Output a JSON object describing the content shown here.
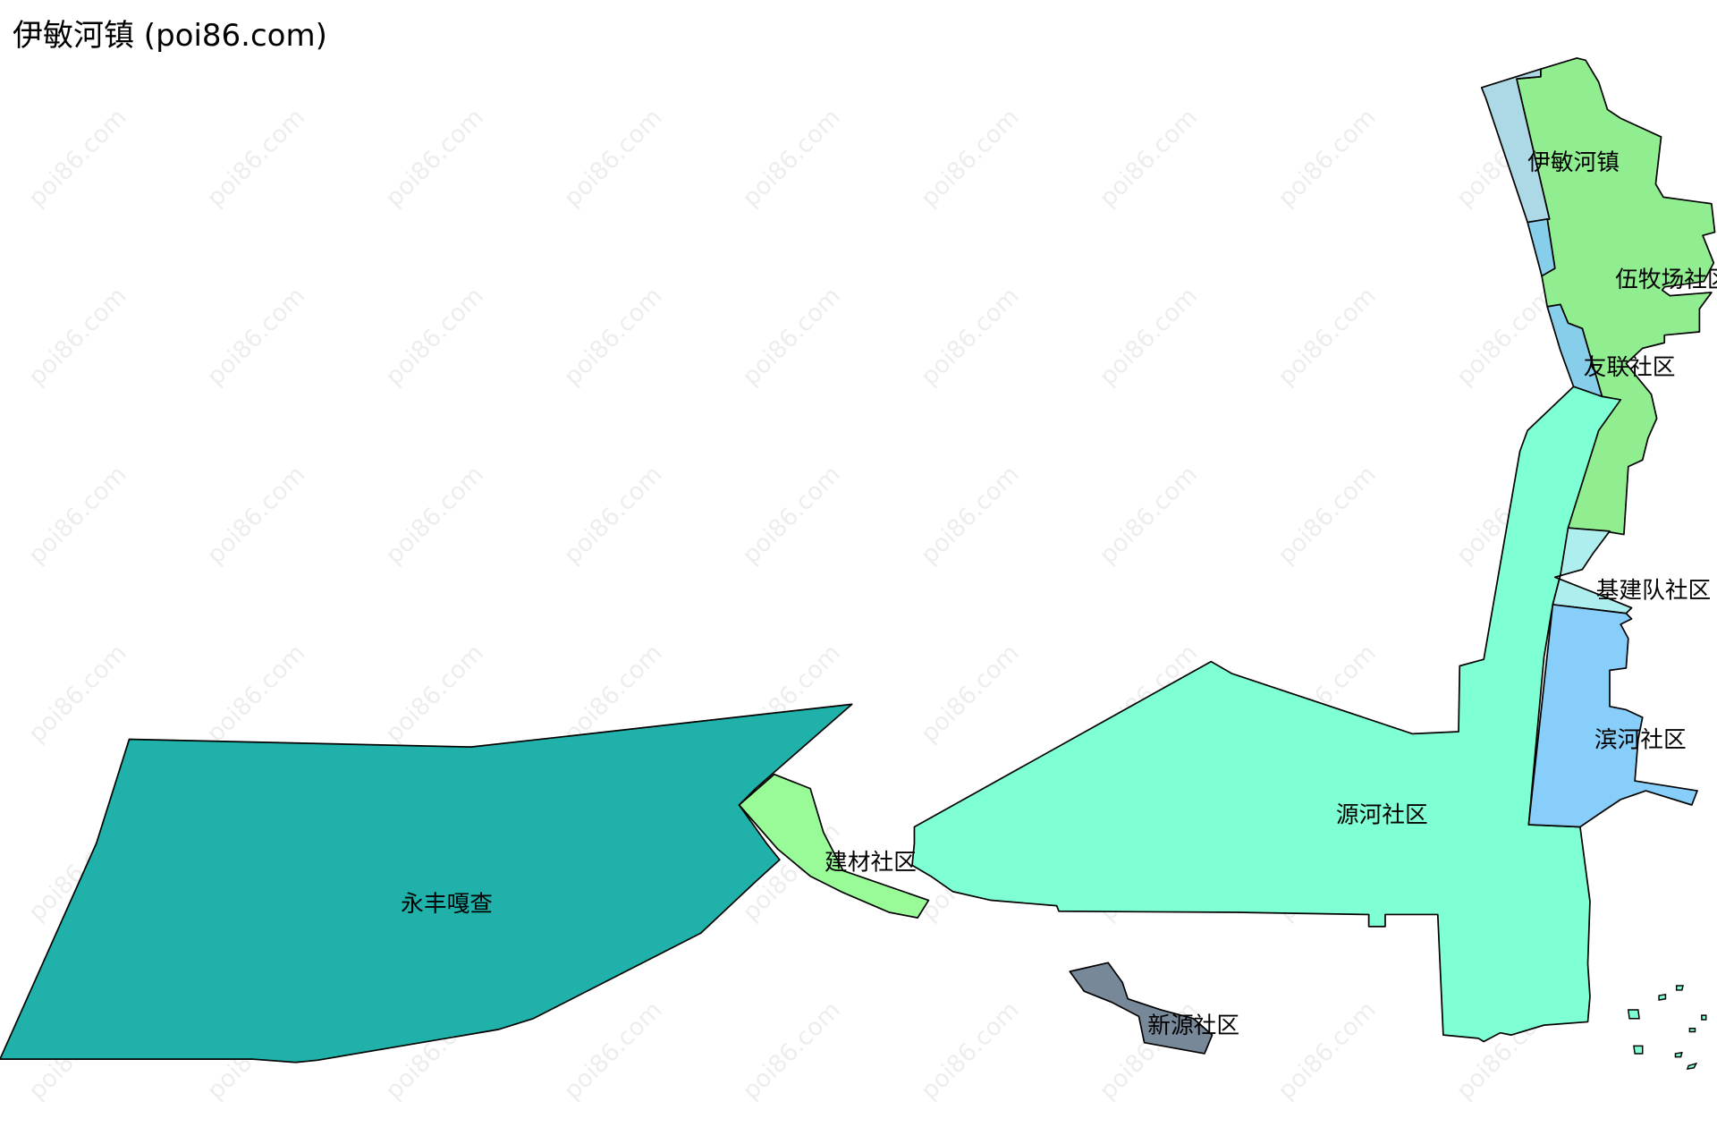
{
  "title": "伊敏河镇 (poi86.com)",
  "watermark": "poi86.com",
  "regions": [
    {
      "name": "永丰嘎查",
      "color": "#20B2AA"
    },
    {
      "name": "建材社区",
      "color": "#98FB98"
    },
    {
      "name": "源河社区",
      "color": "#7FFFD4"
    },
    {
      "name": "伊敏河镇",
      "color": "#90EE90"
    },
    {
      "name": "伍牧场社区",
      "color": "#ADD8E6"
    },
    {
      "name": "友联社区",
      "color": "#87CEEB"
    },
    {
      "name": "基建队社区",
      "color": "#AFEEEE"
    },
    {
      "name": "滨河社区",
      "color": "#87CEFA"
    },
    {
      "name": "新源社区",
      "color": "#778899"
    }
  ]
}
